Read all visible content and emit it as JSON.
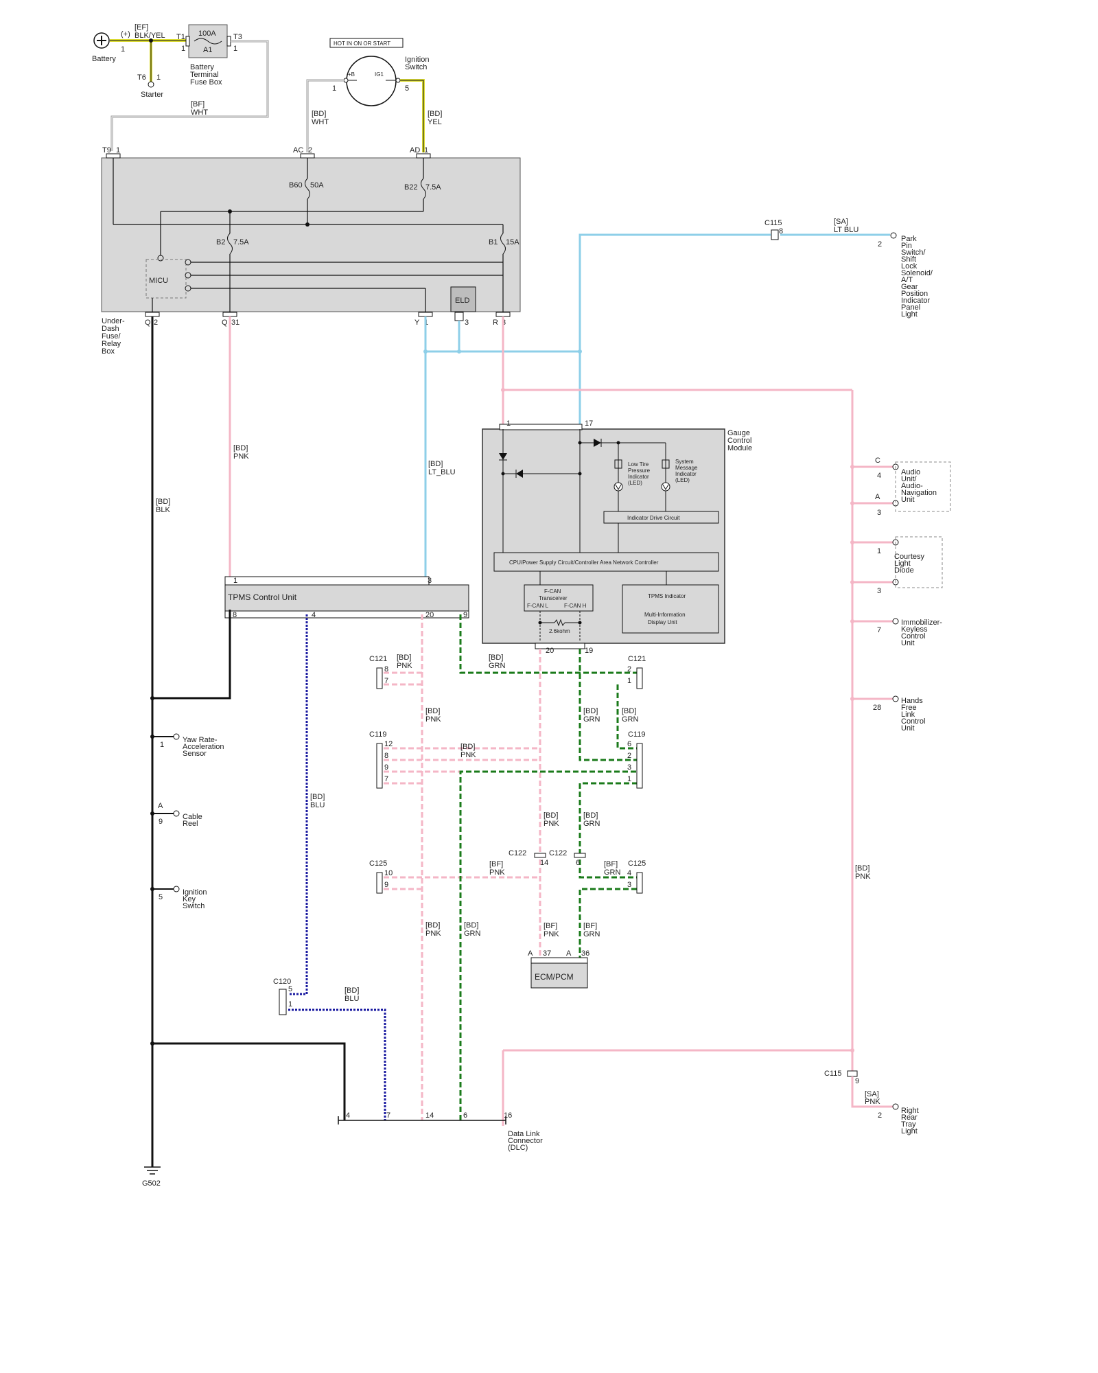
{
  "colors": {
    "black": "#111111",
    "pink": "#f4b6c6",
    "lt_blu": "#8ecfe8",
    "yel": "#dddd33",
    "grn": "#1a7a1a",
    "blu": "#1a1aa0",
    "wht_wire": "#9a9a9a",
    "box_fill": "#d8d8d8"
  },
  "battery": {
    "label": "Battery",
    "pin": "1",
    "polarity": "(+)",
    "wire_code": "[EF]",
    "wire_color": "BLK/YEL"
  },
  "starter": {
    "label": "Starter",
    "terminal": "T6",
    "pin": "1"
  },
  "fuse_box_batt": {
    "fuse": "100A",
    "id": "A1",
    "t_in": "T1",
    "t_out": "T3",
    "pin_in": "1",
    "pin_out": "1",
    "label_lines": [
      "Battery",
      "Terminal",
      "Fuse Box"
    ]
  },
  "bf_wht": {
    "code": "[BF]",
    "color": "WHT"
  },
  "ignition": {
    "tag": "HOT IN ON OR START",
    "label_lines": [
      "Ignition",
      "Switch"
    ],
    "b_terminal": "+B",
    "ig_terminal": "IG1",
    "pin_b": "1",
    "pin_ig": "5",
    "wire_b_code": "[BD]",
    "wire_b_color": "WHT",
    "wire_ig_code": "[BD]",
    "wire_ig_color": "YEL"
  },
  "udfb": {
    "label_lines": [
      "Under-",
      "Dash",
      "Fuse/",
      "Relay",
      "Box"
    ],
    "t9": "T9",
    "t9_pin": "1",
    "ac": "AC",
    "ac_pin": "2",
    "ad": "AD",
    "ad_pin": "1",
    "b60": "B60",
    "b60_rating": "50A",
    "b22": "B22",
    "b22_rating": "7.5A",
    "b2": "B2",
    "b2_rating": "7.5A",
    "b1": "B1",
    "b1_rating": "15A",
    "micu": "MICU",
    "eld": "ELD",
    "eld_pin": "3",
    "q": "Q",
    "q_pin": "2",
    "q31": "Q",
    "q31_pin": "31",
    "y": "Y",
    "y_pin": "1",
    "r": "R",
    "r_pin": "3"
  },
  "c115_top": {
    "conn": "C115",
    "pin": "8",
    "code": "[SA]",
    "color": "LT BLU",
    "dest_pin": "2",
    "dest_lines": [
      "Park",
      "Pin",
      "Switch/",
      "Shift",
      "Lock",
      "Solenoid/",
      "A/T",
      "Gear",
      "Position",
      "Indicator",
      "Panel",
      "Light"
    ]
  },
  "wires": {
    "bd_blk": {
      "code": "[BD]",
      "color": "BLK"
    },
    "bd_pnk": {
      "code": "[BD]",
      "color": "PNK"
    },
    "bd_ltblu": {
      "code": "[BD]",
      "color": "LT_BLU"
    },
    "bd_blu": {
      "code": "[BD]",
      "color": "BLU"
    },
    "bd_grn": {
      "code": "[BD]",
      "color": "GRN"
    },
    "bf_pnk": {
      "code": "[BF]",
      "color": "PNK"
    },
    "bf_grn": {
      "code": "[BF]",
      "color": "GRN"
    },
    "sa_pnk": {
      "code": "[SA]",
      "color": "PNK"
    }
  },
  "gcm": {
    "label_lines": [
      "Gauge",
      "Control",
      "Module"
    ],
    "pin1": "1",
    "pin17": "17",
    "ltp_lines": [
      "Low Tire",
      "Pressure",
      "Indicator",
      "(LED)"
    ],
    "sm_lines": [
      "System",
      "Message",
      "Indicator",
      "(LED)"
    ],
    "drive_circuit": "Indicator Drive Circuit",
    "cpu": "CPU/Power Supply Circuit/Controller Area Network Controller",
    "fcan_lines": [
      "F-CAN",
      "Transceiver"
    ],
    "fcan_l": "F-CAN L",
    "fcan_h": "F-CAN H",
    "tpms_ind": "TPMS Indicator",
    "mid_lines": [
      "Multi-Information",
      "Display Unit"
    ],
    "resistor": "2.6kohm",
    "pin20": "20",
    "pin19": "19"
  },
  "tpms": {
    "label": "TPMS Control Unit",
    "pin1": "1",
    "pin3": "3",
    "pin8": "8",
    "pin4": "4",
    "pin20": "20",
    "pin9": "9"
  },
  "right_loads": [
    {
      "pin_letter": "C",
      "pin": "4",
      "lines": [
        "Audio",
        "Unit/",
        "Audio-",
        "Navigation",
        "Unit"
      ]
    },
    {
      "pin_letter": "A",
      "pin": "3",
      "lines": []
    },
    {
      "pin": "1",
      "lines": [
        "Courtesy",
        "Light",
        "Diode"
      ]
    },
    {
      "pin": "3",
      "lines": []
    },
    {
      "pin": "7",
      "lines": [
        "Immobilizer-",
        "Keyless",
        "Control",
        "Unit"
      ]
    },
    {
      "pin": "28",
      "lines": [
        "Hands",
        "Free",
        "Link",
        "Control",
        "Unit"
      ]
    }
  ],
  "left_loads": [
    {
      "pin": "1",
      "lines": [
        "Yaw Rate-",
        "Acceleration",
        "Sensor"
      ]
    },
    {
      "pin_letter": "A",
      "pin": "9",
      "lines": [
        "Cable",
        "Reel"
      ]
    },
    {
      "pin": "5",
      "lines": [
        "Ignition",
        "Key",
        "Switch"
      ]
    }
  ],
  "connectors": {
    "c121_l": {
      "name": "C121",
      "pins": [
        "8",
        "7"
      ]
    },
    "c121_r": {
      "name": "C121",
      "pins": [
        "2",
        "1"
      ]
    },
    "c119_l": {
      "name": "C119",
      "pins": [
        "12",
        "8",
        "9",
        "7"
      ]
    },
    "c119_r": {
      "name": "C119",
      "pins": [
        "6",
        "2",
        "3",
        "1"
      ]
    },
    "c122_a": {
      "name": "C122",
      "pin": "14"
    },
    "c122_b": {
      "name": "C122",
      "pin": "6"
    },
    "c125_l": {
      "name": "C125",
      "pins": [
        "10",
        "9"
      ]
    },
    "c125_r": {
      "name": "C125",
      "pins": [
        "4",
        "3"
      ]
    },
    "c120": {
      "name": "C120",
      "pins": [
        "5",
        "1"
      ]
    },
    "c115_bot": {
      "name": "C115",
      "pin": "9"
    }
  },
  "ecm": {
    "label": "ECM/PCM",
    "pin_a37": "A",
    "pin37": "37",
    "pin_a36": "A",
    "pin36": "36"
  },
  "dlc": {
    "label_lines": [
      "Data Link",
      "Connector",
      "(DLC)"
    ],
    "pins": [
      "4",
      "7",
      "14",
      "6",
      "16"
    ]
  },
  "rear_tray": {
    "pin": "2",
    "lines": [
      "Right",
      "Rear",
      "Tray",
      "Light"
    ]
  },
  "ground": {
    "label": "G502"
  }
}
